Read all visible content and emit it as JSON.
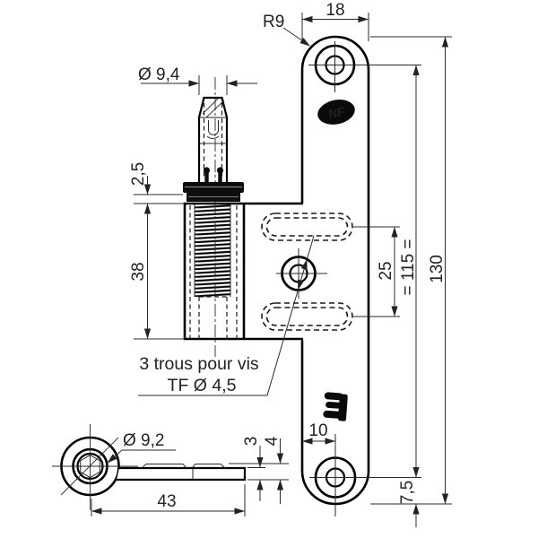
{
  "labels": {
    "top_width": "18",
    "corner_radius": "R9",
    "pin_diameter": "Ø 9,4",
    "washer_height": "2,5",
    "thread_length": "38",
    "slot_spacing": "25",
    "hole_spacing": "= 115 =",
    "plate_height": "130",
    "knuckle_bore": "Ø 9,2",
    "leaf_length": "43",
    "leaf_thickness": "3",
    "countersink_height": "4",
    "hole_edge_offset": "10",
    "bottom_hole_offset": "7,5"
  },
  "note": {
    "line1": "3 trous pour vis",
    "line2": "TF Ø 4,5"
  },
  "marks": {
    "nf_logo": "NF"
  },
  "colors": {
    "line": "#000000",
    "dimension": "#2a2a2a",
    "background": "#ffffff"
  }
}
